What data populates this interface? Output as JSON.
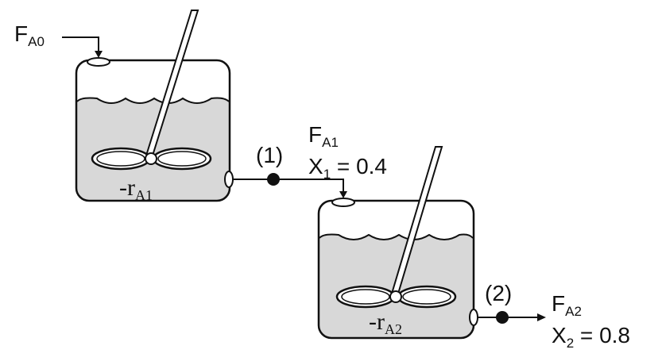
{
  "labels": {
    "feed_stream": {
      "symbol": "F",
      "subscript": "A0"
    },
    "point_1": "(1)",
    "point_2": "(2)",
    "stream_1": {
      "symbol": "F",
      "subscript": "A1"
    },
    "stream_1_conversion": {
      "symbol": "X",
      "subscript": "1",
      "value": " = 0.4"
    },
    "stream_2": {
      "symbol": "F",
      "subscript": "A2"
    },
    "stream_2_conversion": {
      "symbol": "X",
      "subscript": "2",
      "value": " = 0.8"
    },
    "reactor_1_rate": {
      "symbol": "-r",
      "subscript": "A1"
    },
    "reactor_2_rate": {
      "symbol": "-r",
      "subscript": "A2"
    }
  },
  "colors": {
    "ink": "#111111",
    "liquid": "#d8d8d8",
    "background": "#ffffff"
  }
}
